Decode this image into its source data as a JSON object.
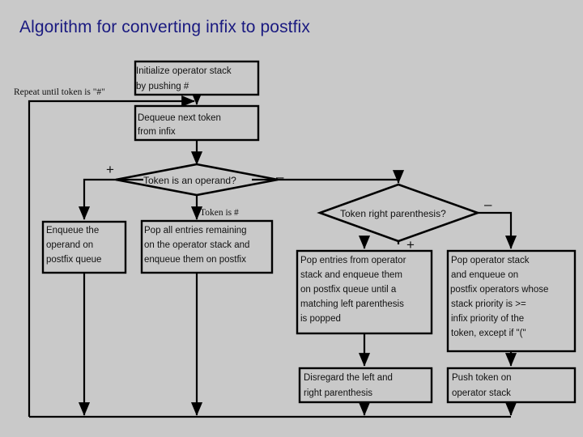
{
  "slide": {
    "title": "Algorithm for converting infix to postfix",
    "background_color": "#c9c9c9",
    "title_color": "#1a1a80",
    "line_color": "#000000"
  },
  "labels": {
    "repeat_loop": "Repeat until token is \"#\"",
    "token_is_hash": "Token is #",
    "operand_yes": "+",
    "operand_no": "–",
    "right_paren_yes": "+",
    "right_paren_no": "–"
  },
  "decisions": [
    {
      "id": "is-operand",
      "text": "Token is an operand?",
      "yes_label": "+",
      "no_label": "–"
    },
    {
      "id": "is-right-parenthesis",
      "text": "Token right parenthesis?",
      "yes_label": "+",
      "no_label": "–"
    }
  ],
  "boxes": {
    "initialize": {
      "lines": [
        "Initialize operator stack",
        "by pushing #"
      ]
    },
    "dequeue": {
      "lines": [
        "Dequeue next token",
        "from infix"
      ]
    },
    "enqueue_operand": {
      "lines": [
        "Enqueue the",
        "operand on",
        "postfix queue"
      ]
    },
    "pop_all": {
      "lines": [
        "Pop all entries remaining",
        "on the operator stack and",
        "enqueue them on postfix"
      ]
    },
    "pop_until_match": {
      "lines": [
        "Pop entries from operator",
        "stack and enqueue them",
        "on postfix queue until a",
        "matching left parenthesis",
        "is popped"
      ]
    },
    "pop_priority": {
      "lines": [
        "Pop operator stack",
        "and enqueue on",
        "postfix operators whose",
        "stack priority is >=",
        "infix priority of the",
        "token, except if \"(\""
      ]
    },
    "disregard": {
      "lines": [
        "Disregard the left and",
        "right parenthesis"
      ]
    },
    "push_token": {
      "lines": [
        "Push token on",
        "operator stack"
      ]
    }
  }
}
